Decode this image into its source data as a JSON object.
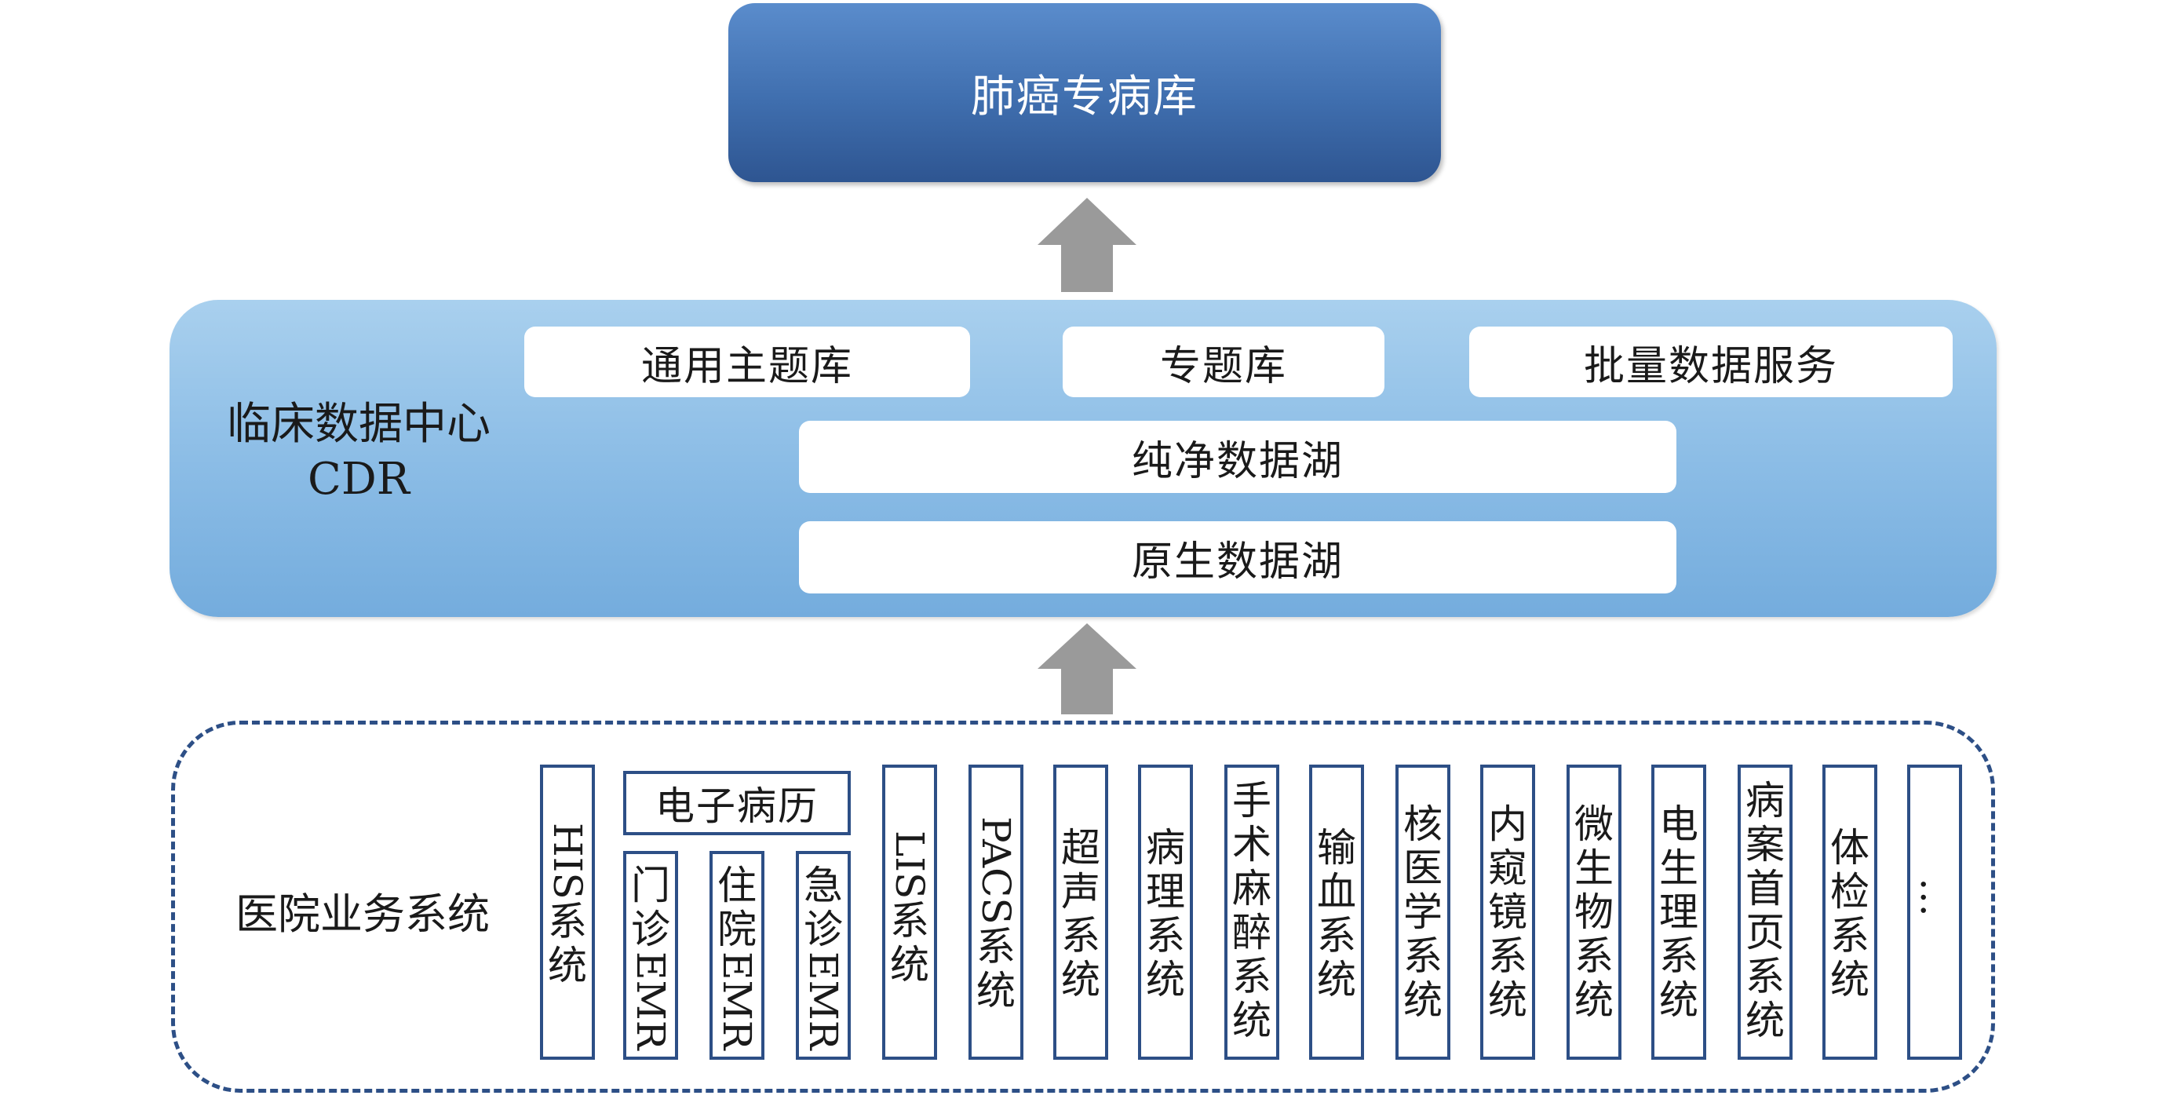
{
  "top": {
    "label": "肺癌专病库"
  },
  "cdr": {
    "title_line1": "临床数据中心",
    "title_line2": "CDR",
    "general_topic": "通用主题库",
    "special_topic": "专题库",
    "batch_service": "批量数据服务",
    "clean_lake": "纯净数据湖",
    "raw_lake": "原生数据湖"
  },
  "hospital": {
    "title": "医院业务系统",
    "emr_header": "电子病历",
    "his_chars": [
      "HIS",
      "系",
      "统"
    ],
    "emr_outpatient": [
      "门",
      "诊",
      "EMR"
    ],
    "emr_inpatient": [
      "住",
      "院",
      "EMR"
    ],
    "emr_emergency": [
      "急",
      "诊",
      "EMR"
    ],
    "lis_chars": [
      "LIS",
      "系",
      "统"
    ],
    "pacs_chars": [
      "PACS",
      "系",
      "统"
    ],
    "ultrasound": [
      "超",
      "声",
      "系",
      "统"
    ],
    "pathology": [
      "病",
      "理",
      "系",
      "统"
    ],
    "anesthesia": [
      "手",
      "术",
      "麻",
      "醉",
      "系",
      "统"
    ],
    "transfusion": [
      "输",
      "血",
      "系",
      "统"
    ],
    "nuclear": [
      "核",
      "医",
      "学",
      "系",
      "统"
    ],
    "endoscopy": [
      "内",
      "窥",
      "镜",
      "系",
      "统"
    ],
    "microbiology": [
      "微",
      "生",
      "物",
      "系",
      "统"
    ],
    "electrophysiology": [
      "电",
      "生",
      "理",
      "系",
      "统"
    ],
    "medical_record_front": [
      "病",
      "案",
      "首",
      "页",
      "系",
      "统"
    ],
    "physical_exam": [
      "体",
      "检",
      "系",
      "统"
    ],
    "ellipsis": "…"
  },
  "colors": {
    "top_box": "#3f6eae",
    "cdr_panel": "#8cbde6",
    "border": "#2d4f86",
    "arrow": "#9a9a9a"
  }
}
